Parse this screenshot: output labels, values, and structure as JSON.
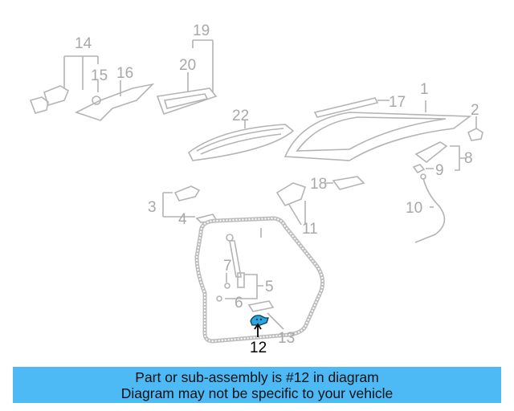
{
  "diagram": {
    "highlighted_part": "12",
    "highlight_color": "#2aa7e0",
    "callouts": [
      "1",
      "2",
      "3",
      "4",
      "5",
      "6",
      "7",
      "8",
      "9",
      "10",
      "11",
      "12",
      "13",
      "14",
      "15",
      "16",
      "17",
      "18",
      "19",
      "20",
      "22"
    ]
  },
  "banner": {
    "line1": "Part or sub-assembly is #12 in diagram",
    "line2": "Diagram may not be specific to your vehicle",
    "background_color": "#4dbaf5"
  }
}
